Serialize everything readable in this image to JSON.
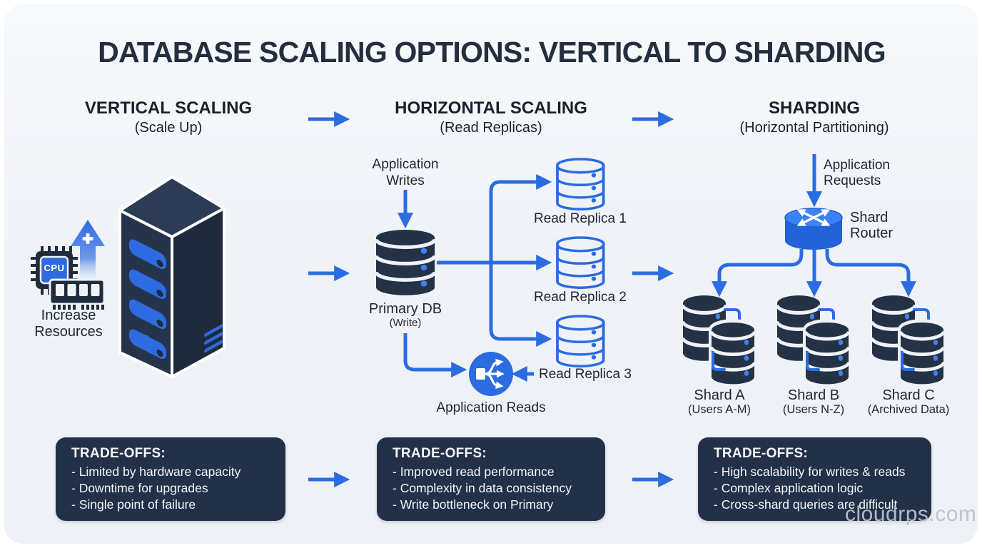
{
  "title": "DATABASE SCALING OPTIONS: VERTICAL TO SHARDING",
  "columns": [
    {
      "title": "VERTICAL SCALING",
      "subtitle": "(Scale Up)"
    },
    {
      "title": "HORIZONTAL SCALING",
      "subtitle": "(Read Replicas)"
    },
    {
      "title": "SHARDING",
      "subtitle": "(Horizontal Partitioning)"
    }
  ],
  "vertical": {
    "caption": "Increase Resources",
    "cpu_label": "CPU"
  },
  "horizontal": {
    "app_writes": "Application Writes",
    "primary_db": "Primary DB",
    "primary_db_mode": "(Write)",
    "replica_1": "Read Replica 1",
    "replica_2": "Read Replica 2",
    "replica_3": "Read Replica 3",
    "app_reads": "Application Reads"
  },
  "sharding": {
    "app_requests": "Application Requests",
    "router": "Shard Router",
    "shards": [
      {
        "name": "Shard A",
        "scope": "(Users A-M)"
      },
      {
        "name": "Shard B",
        "scope": "(Users N-Z)"
      },
      {
        "name": "Shard C",
        "scope": "(Archived Data)"
      }
    ]
  },
  "tradeoffs": [
    {
      "title": "TRADE-OFFS:",
      "items": [
        "- Limited by hardware capacity",
        "- Downtime for upgrades",
        "- Single point of failure"
      ]
    },
    {
      "title": "TRADE-OFFS:",
      "items": [
        "- Improved read performance",
        "- Complexity in data consistency",
        "- Write bottleneck on Primary"
      ]
    },
    {
      "title": "TRADE-OFFS:",
      "items": [
        "- High scalability for writes & reads",
        "- Complex application logic",
        "- Cross-shard queries are difficult"
      ]
    }
  ],
  "watermark": "cloudrps.com",
  "colors": {
    "accent": "#2b6ce2",
    "dark": "#243246",
    "background": "#eff3f8"
  }
}
